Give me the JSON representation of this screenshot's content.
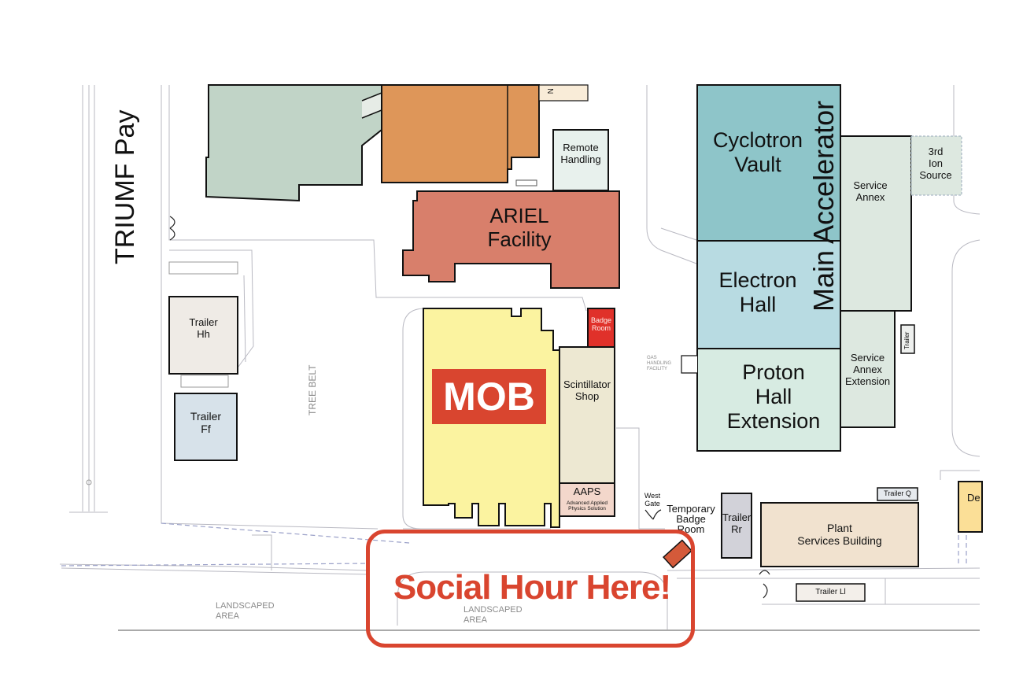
{
  "map": {
    "road_label": "TRIUMF Pay",
    "tree_belt_label": "TREE BELT",
    "landscaped_area_left": "LANDSCAPED\nAREA",
    "landscaped_area_right": "LANDSCAPED\nAREA",
    "buildings": {
      "remote_handling": "Remote\nHandling",
      "ariel": "ARIEL\nFacility",
      "cyclotron_vault": "Cyclotron\nVault",
      "main_accelerator": "Main Accelerator",
      "electron_hall": "Electron\nHall",
      "proton_hall_extension": "Proton\nHall\nExtension",
      "service_annex": "Service\nAnnex",
      "service_annex_extension": "Service\nAnnex\nExtension",
      "ion_source": "3rd\nIon\nSource",
      "trailer_hh": "Trailer\nHh",
      "trailer_ff": "Trailer\nFf",
      "mob": "MOB",
      "badge_room": "Badge\nRoom",
      "scintillator_shop": "Scintillator\nShop",
      "aaps": "AAPS",
      "aaps_sub": "Advanced Applied\nPhysics Solution",
      "gas_handling": "GAS\nHANDLING\nFACILITY",
      "trailer_small": "Trailer",
      "west_gate": "West\nGate",
      "temporary_badge_room": "Temporary\nBadge\nRoom",
      "trailer_rr": "Trailer\nRr",
      "trailer_q": "Trailer Q",
      "plant_services": "Plant\nServices Building",
      "trailer_ll": "Trailer Ll",
      "de_partial": "De",
      "n_partial": "N"
    },
    "callout": "Social Hour Here!"
  },
  "colors": {
    "accent_red": "#d9452f",
    "sage": "#c1d4c7",
    "orange": "#de9659",
    "ariel": "#d87f6b",
    "teal": "#8ec5c9",
    "light_blue": "#b8dbe2",
    "mint": "#d7ebe2",
    "pale_green": "#dde8e0",
    "yellow": "#fbf3a0",
    "beige": "#ede8d2",
    "pink": "#f3d7cb",
    "badge_red": "#e0312a",
    "trailer_blue": "#d7e2ea",
    "trailer_gray": "#d2d2d9",
    "plant_tan": "#f1e2cf"
  }
}
